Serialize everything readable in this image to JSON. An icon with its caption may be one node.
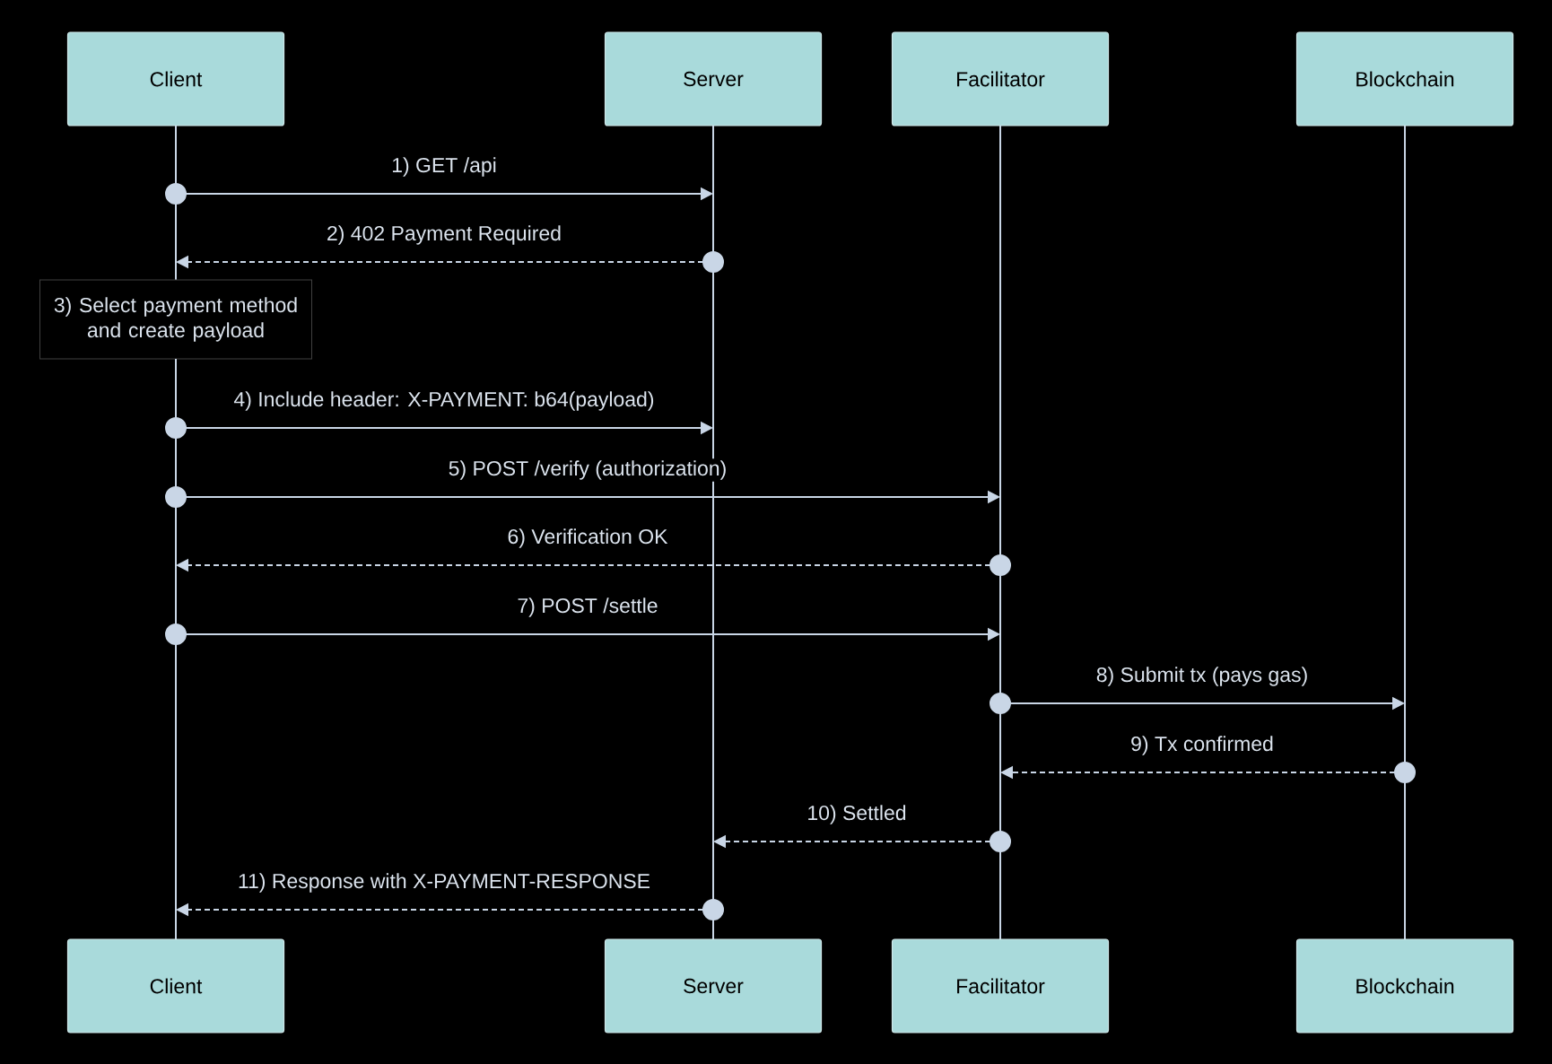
{
  "diagram": {
    "nodes": [
      {
        "text": [
          "Client"
        ]
      },
      {
        "text": [
          "Server"
        ]
      },
      {
        "text": [
          "Facilitator"
        ]
      },
      {
        "text": [
          "Blockchain"
        ]
      },
      {
        "text": [],
        "shape": "bar"
      },
      {
        "text": [
          "3) Select payment method and create payload"
        ]
      },
      {
        "text": [],
        "shape": "bar"
      },
      {
        "text": [],
        "shape": "bar"
      },
      {
        "text": [],
        "shape": "bar"
      },
      {
        "text": [],
        "shape": "bar"
      },
      {
        "text": [
          "Client"
        ]
      },
      {
        "text": [
          "Server"
        ]
      },
      {
        "text": [
          "Facilitator"
        ]
      },
      {
        "text": [
          "Blockchain"
        ]
      }
    ],
    "edges": [
      {
        "from": 4,
        "to": 7,
        "arrow": "to",
        "label": "1) GET /api"
      },
      {
        "from": 7,
        "to": 4,
        "arrow": "to",
        "label": "2) 402 Payment Required",
        "style": "dashed"
      },
      {
        "from": 6,
        "to": 7,
        "arrow": "to",
        "label": "4) Include header: X-PAYMENT: b64(payload)"
      },
      {
        "from": 6,
        "to": 8,
        "arrow": "to",
        "label": "5) POST /verify (authorization)"
      },
      {
        "from": 8,
        "to": 6,
        "arrow": "to",
        "label": "6) Verification OK",
        "style": "dashed"
      },
      {
        "from": 6,
        "to": 8,
        "arrow": "to",
        "label": "7) POST /settle"
      },
      {
        "from": 8,
        "to": 9,
        "arrow": "to",
        "label": "8) Submit tx (pays gas)"
      },
      {
        "from": 9,
        "to": 8,
        "arrow": "to",
        "label": "9) Tx confirmed",
        "style": "dashed"
      },
      {
        "from": 8,
        "to": 7,
        "arrow": "to",
        "label": "10) Settled",
        "style": "dashed"
      },
      {
        "from": 7,
        "to": 6,
        "arrow": "to",
        "label": "11) Response with X-PAYMENT-RESPONSE",
        "style": "dashed"
      }
    ]
  }
}
